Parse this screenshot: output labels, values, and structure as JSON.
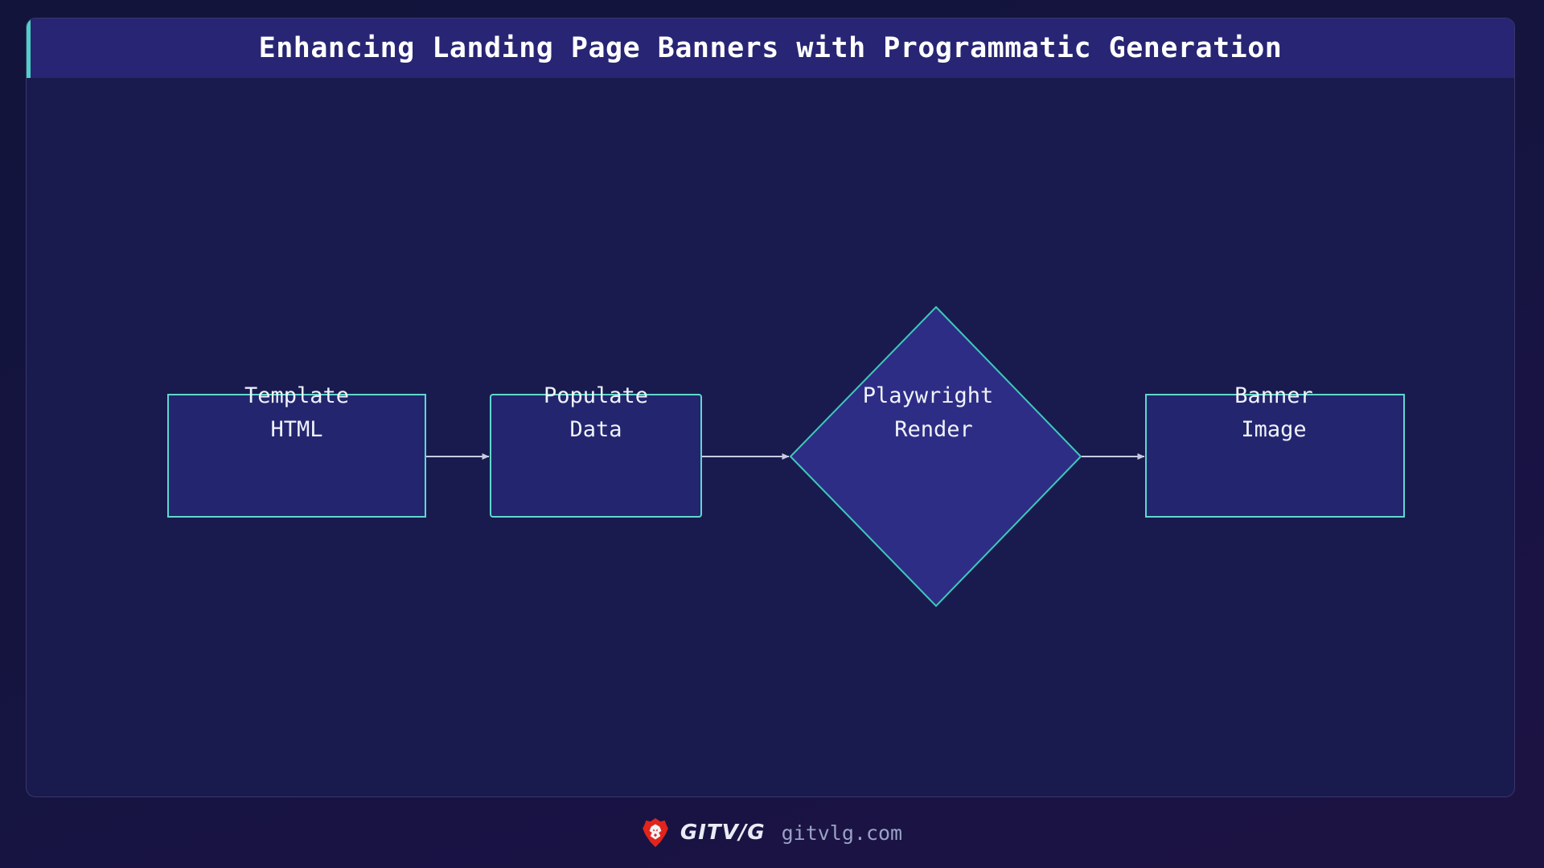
{
  "page": {
    "background_color": "#12143c",
    "canvas_color": "#191b4f",
    "canvas_border_color": "#3b3569"
  },
  "header": {
    "title": "Enhancing Landing Page Banners with Programmatic Generation",
    "background_color": "#282575",
    "accent_color": "#4fd1c5",
    "text_color": "#ffffff"
  },
  "diagram": {
    "type": "flowchart",
    "orientation": "left-to-right",
    "node_border_color": "#5fd8cd",
    "node_fill_color": "#23266e",
    "decision_fill_color": "#2e2d85",
    "label_color": "#f0f2fa",
    "arrow_color": "#c9cbe3",
    "nodes": [
      {
        "id": "template-html",
        "shape": "rectangle",
        "line1": "Template",
        "line2": "HTML"
      },
      {
        "id": "populate-data",
        "shape": "rectangle",
        "line1": "Populate",
        "line2": "Data"
      },
      {
        "id": "playwright-render",
        "shape": "diamond",
        "line1": "Playwright",
        "line2": "Render"
      },
      {
        "id": "banner-image",
        "shape": "rectangle",
        "line1": "Banner",
        "line2": "Image"
      }
    ],
    "edges": [
      {
        "from": "template-html",
        "to": "populate-data"
      },
      {
        "from": "populate-data",
        "to": "playwright-render"
      },
      {
        "from": "playwright-render",
        "to": "banner-image"
      }
    ]
  },
  "footer": {
    "logo_icon": "brave-lion-icon",
    "logo_color": "#e1251b",
    "brand_name": "GITV/G",
    "url": "gitvlg.com",
    "brand_color": "#e9ecf6",
    "url_color": "#9aa2c6"
  }
}
